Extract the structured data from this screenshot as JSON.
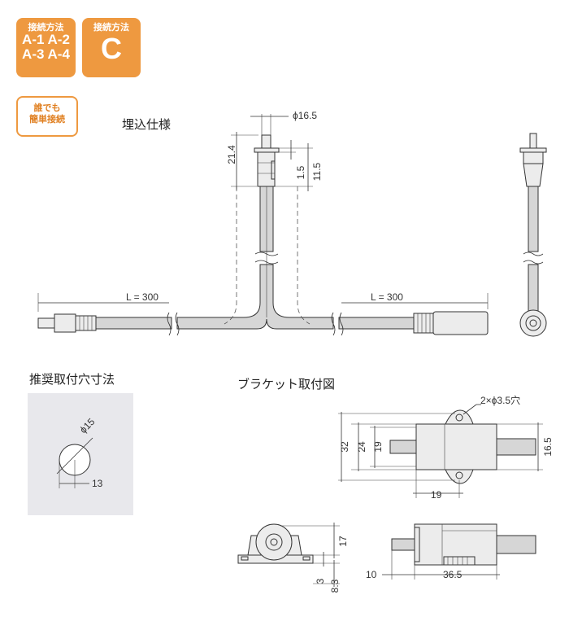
{
  "badges": {
    "method_a": {
      "caption": "接続方法",
      "line1": "A-1 A-2",
      "line2": "A-3 A-4"
    },
    "method_c": {
      "caption": "接続方法",
      "letter": "C"
    },
    "easy": {
      "line1": "誰でも",
      "line2": "簡単接続"
    }
  },
  "headings": {
    "embed_spec": "埋込仕様",
    "recommended_hole": "推奨取付穴寸法",
    "bracket_mount": "ブラケット取付図"
  },
  "dimensions": {
    "diameter_16_5": "ϕ16.5",
    "height_21_4": "21.4",
    "height_1_5": "1.5",
    "height_11_5": "11.5",
    "cable_left": "L = 300",
    "cable_right": "L = 300",
    "hole_diameter": "ϕ15",
    "hole_offset": "13",
    "bracket_holes": "2×ϕ3.5穴",
    "bracket_32": "32",
    "bracket_24": "24",
    "bracket_19_v": "19",
    "bracket_16_5": "16.5",
    "bracket_19_h": "19",
    "side_17": "17",
    "side_3": "3",
    "side_8_3": "8.3",
    "front_10": "10",
    "front_36_5": "36.5"
  },
  "colors": {
    "badge_orange": "#ee9940",
    "panel_gray": "#e8e8ec",
    "part_fill": "#ececec"
  }
}
